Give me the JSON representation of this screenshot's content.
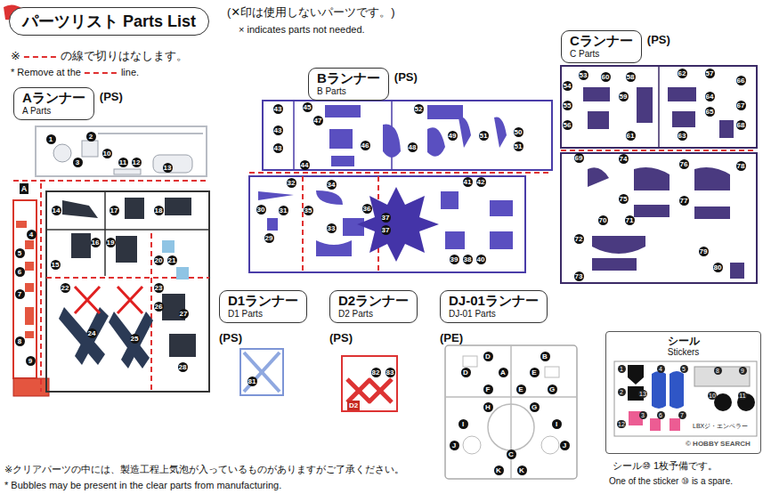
{
  "diagram": {
    "title": "パーツリスト Parts List",
    "nodes": [
      {
        "text": [
          "Aランナー",
          "A Parts",
          "(PS)"
        ]
      },
      {
        "text": [
          "Bランナー",
          "B Parts",
          "(PS)"
        ]
      },
      {
        "text": [
          "Cランナー",
          "C Parts",
          "(PS)"
        ]
      },
      {
        "text": [
          "D1ランナー",
          "D1 Parts",
          "(PS)"
        ]
      },
      {
        "text": [
          "D2ランナー",
          "D2 Parts",
          "(PS)"
        ]
      },
      {
        "text": [
          "DJ-01ランナー",
          "DJ-01 Parts",
          "(PE)"
        ]
      },
      {
        "text": [
          "シール",
          "Stickers"
        ]
      }
    ],
    "labels": [
      "(✕印は使用しないパーツです。)",
      "× indicates parts not needed.",
      "※",
      "の線で切りはなします。",
      "* Remove at the",
      "line.",
      "1",
      "2",
      "3",
      "10",
      "11",
      "12",
      "13",
      "4",
      "5",
      "6",
      "7",
      "8",
      "9",
      "14",
      "15",
      "16",
      "17",
      "18",
      "19",
      "20",
      "21",
      "22",
      "23",
      "24",
      "25",
      "26",
      "27",
      "28",
      "A",
      "45",
      "43",
      "47",
      "52",
      "43",
      "43",
      "44",
      "46",
      "48",
      "49",
      "51",
      "50",
      "51",
      "32",
      "30",
      "31",
      "29",
      "34",
      "35",
      "36",
      "33",
      "37",
      "37",
      "41",
      "42",
      "38",
      "40",
      "39",
      "53",
      "54",
      "55",
      "56",
      "60",
      "58",
      "59",
      "61",
      "62",
      "57",
      "64",
      "65",
      "63",
      "66",
      "67",
      "68",
      "69",
      "74",
      "76",
      "78",
      "75",
      "77",
      "70",
      "71",
      "72",
      "73",
      "79",
      "80",
      "81",
      "82",
      "83",
      "D2",
      "D",
      "B",
      "D",
      "A",
      "E",
      "F",
      "E",
      "G",
      "H",
      "G",
      "I",
      "I",
      "J",
      "J",
      "C",
      "K",
      "K",
      "1",
      "2",
      "3",
      "4",
      "5",
      "6",
      "7",
      "8",
      "9",
      "10",
      "11",
      "12",
      "13",
      "LBXジ・エンペラー",
      "※クリアパーツの中には、製造工程上気泡が入っているものがありますがご了承ください。",
      "* Bubbles may be present in the clear parts from manufacturing.",
      "シール⑩ 1枚予備です。",
      "One of the sticker ⑩ is a spare.",
      "© HOBBY SEARCH"
    ]
  }
}
